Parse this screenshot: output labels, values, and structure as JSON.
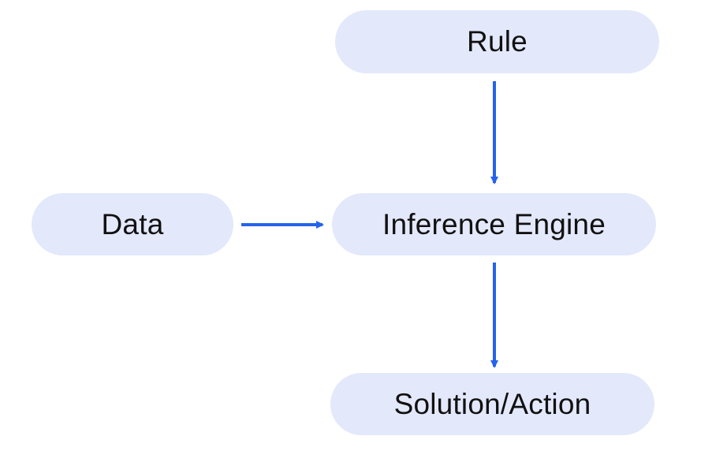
{
  "nodes": {
    "rule": "Rule",
    "data": "Data",
    "engine": "Inference Engine",
    "solution": "Solution/Action"
  },
  "edges": [
    {
      "from": "rule",
      "to": "engine"
    },
    {
      "from": "data",
      "to": "engine"
    },
    {
      "from": "engine",
      "to": "solution"
    }
  ],
  "colors": {
    "node_fill": "#e3e8fb",
    "arrow": "#2463eb",
    "text": "#111111"
  }
}
